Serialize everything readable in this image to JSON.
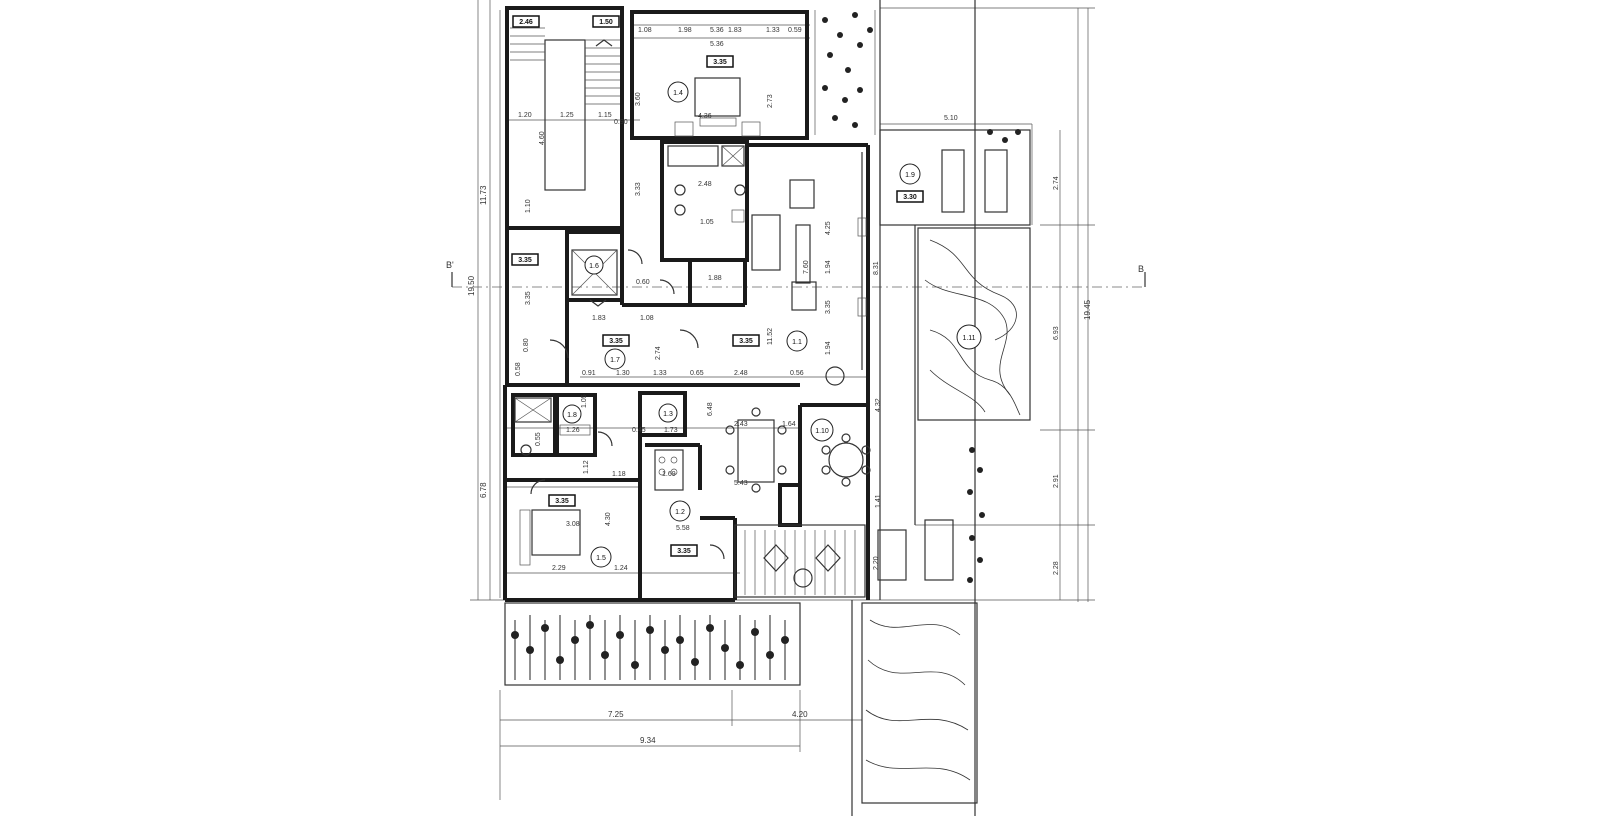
{
  "section_markers": {
    "left": "B'",
    "right": "B"
  },
  "rooms": [
    {
      "id": "1.1"
    },
    {
      "id": "1.2"
    },
    {
      "id": "1.3"
    },
    {
      "id": "1.4"
    },
    {
      "id": "1.5"
    },
    {
      "id": "1.6"
    },
    {
      "id": "1.7"
    },
    {
      "id": "1.8"
    },
    {
      "id": "1.9"
    },
    {
      "id": "1.10"
    },
    {
      "id": "1.11"
    }
  ],
  "levels": {
    "stair_top": "2.46",
    "stair_second": "1.50",
    "bedroom_top": "3.35",
    "left_stair": "3.35",
    "hall": "3.35",
    "living": "3.35",
    "bedroom_bottom": "3.35",
    "kitchen": "3.35",
    "terrace": "3.30"
  },
  "dims": {
    "top_row": [
      "1.08",
      "1.98",
      "5.36",
      "1.83",
      "1.33",
      "0.59"
    ],
    "top_second": "5.36",
    "top_bedroom_inner": "4.36",
    "top_bedroom_side": "3.60",
    "top_bedroom_h": "2.73",
    "stair_row": [
      "1.20",
      "1.25",
      "1.15",
      "0.90"
    ],
    "left_vertical": "11.73",
    "left_total": "19.50",
    "left_bottom": "6.78",
    "left_1": "4.60",
    "left_2": "1.10",
    "left_3": "3.35",
    "right_total": "19.45",
    "right_1": "2.74",
    "right_2": "6.93",
    "right_3": "2.91",
    "right_4": "2.28",
    "bath_1": "2.48",
    "bath_2": "1.05",
    "bath_3": "1.88",
    "bath_4": "3.33",
    "hall_1": "1.83",
    "hall_2": "1.08",
    "hall_3": "2.74",
    "living_1": "7.60",
    "living_2": "11.52",
    "living_3": "8.31",
    "living_4": "4.25",
    "living_5": "1.94",
    "living_6": "3.35",
    "living_7": "1.94",
    "middle_row": [
      "0.91",
      "1.30",
      "1.33",
      "0.65",
      "2.48",
      "0.56"
    ],
    "dining_1": "6.48",
    "dining_2": "2.43",
    "dining_3": "1.64",
    "dining_4": "5.43",
    "kitchen_1": "1.69",
    "kitchen_2": "5.58",
    "bed_1": "3.08",
    "bed_2": "4.30",
    "bed_3": "2.29",
    "bed_4": "1.24",
    "terrace_w": "5.10",
    "terrace_1": "1.41",
    "terrace_2": "2.20",
    "terrace_3": "4.32",
    "bottom_1": "7.25",
    "bottom_2": "4.20",
    "bottom_3": "9.34",
    "misc_1": "1.05",
    "misc_2": "1.26",
    "misc_3": "0.45",
    "misc_4": "1.18",
    "misc_5": "1.12",
    "misc_6": "0.55",
    "misc_7": "0.80",
    "misc_8": "1.73",
    "misc_9": "0.60",
    "misc_10": "0.58"
  }
}
